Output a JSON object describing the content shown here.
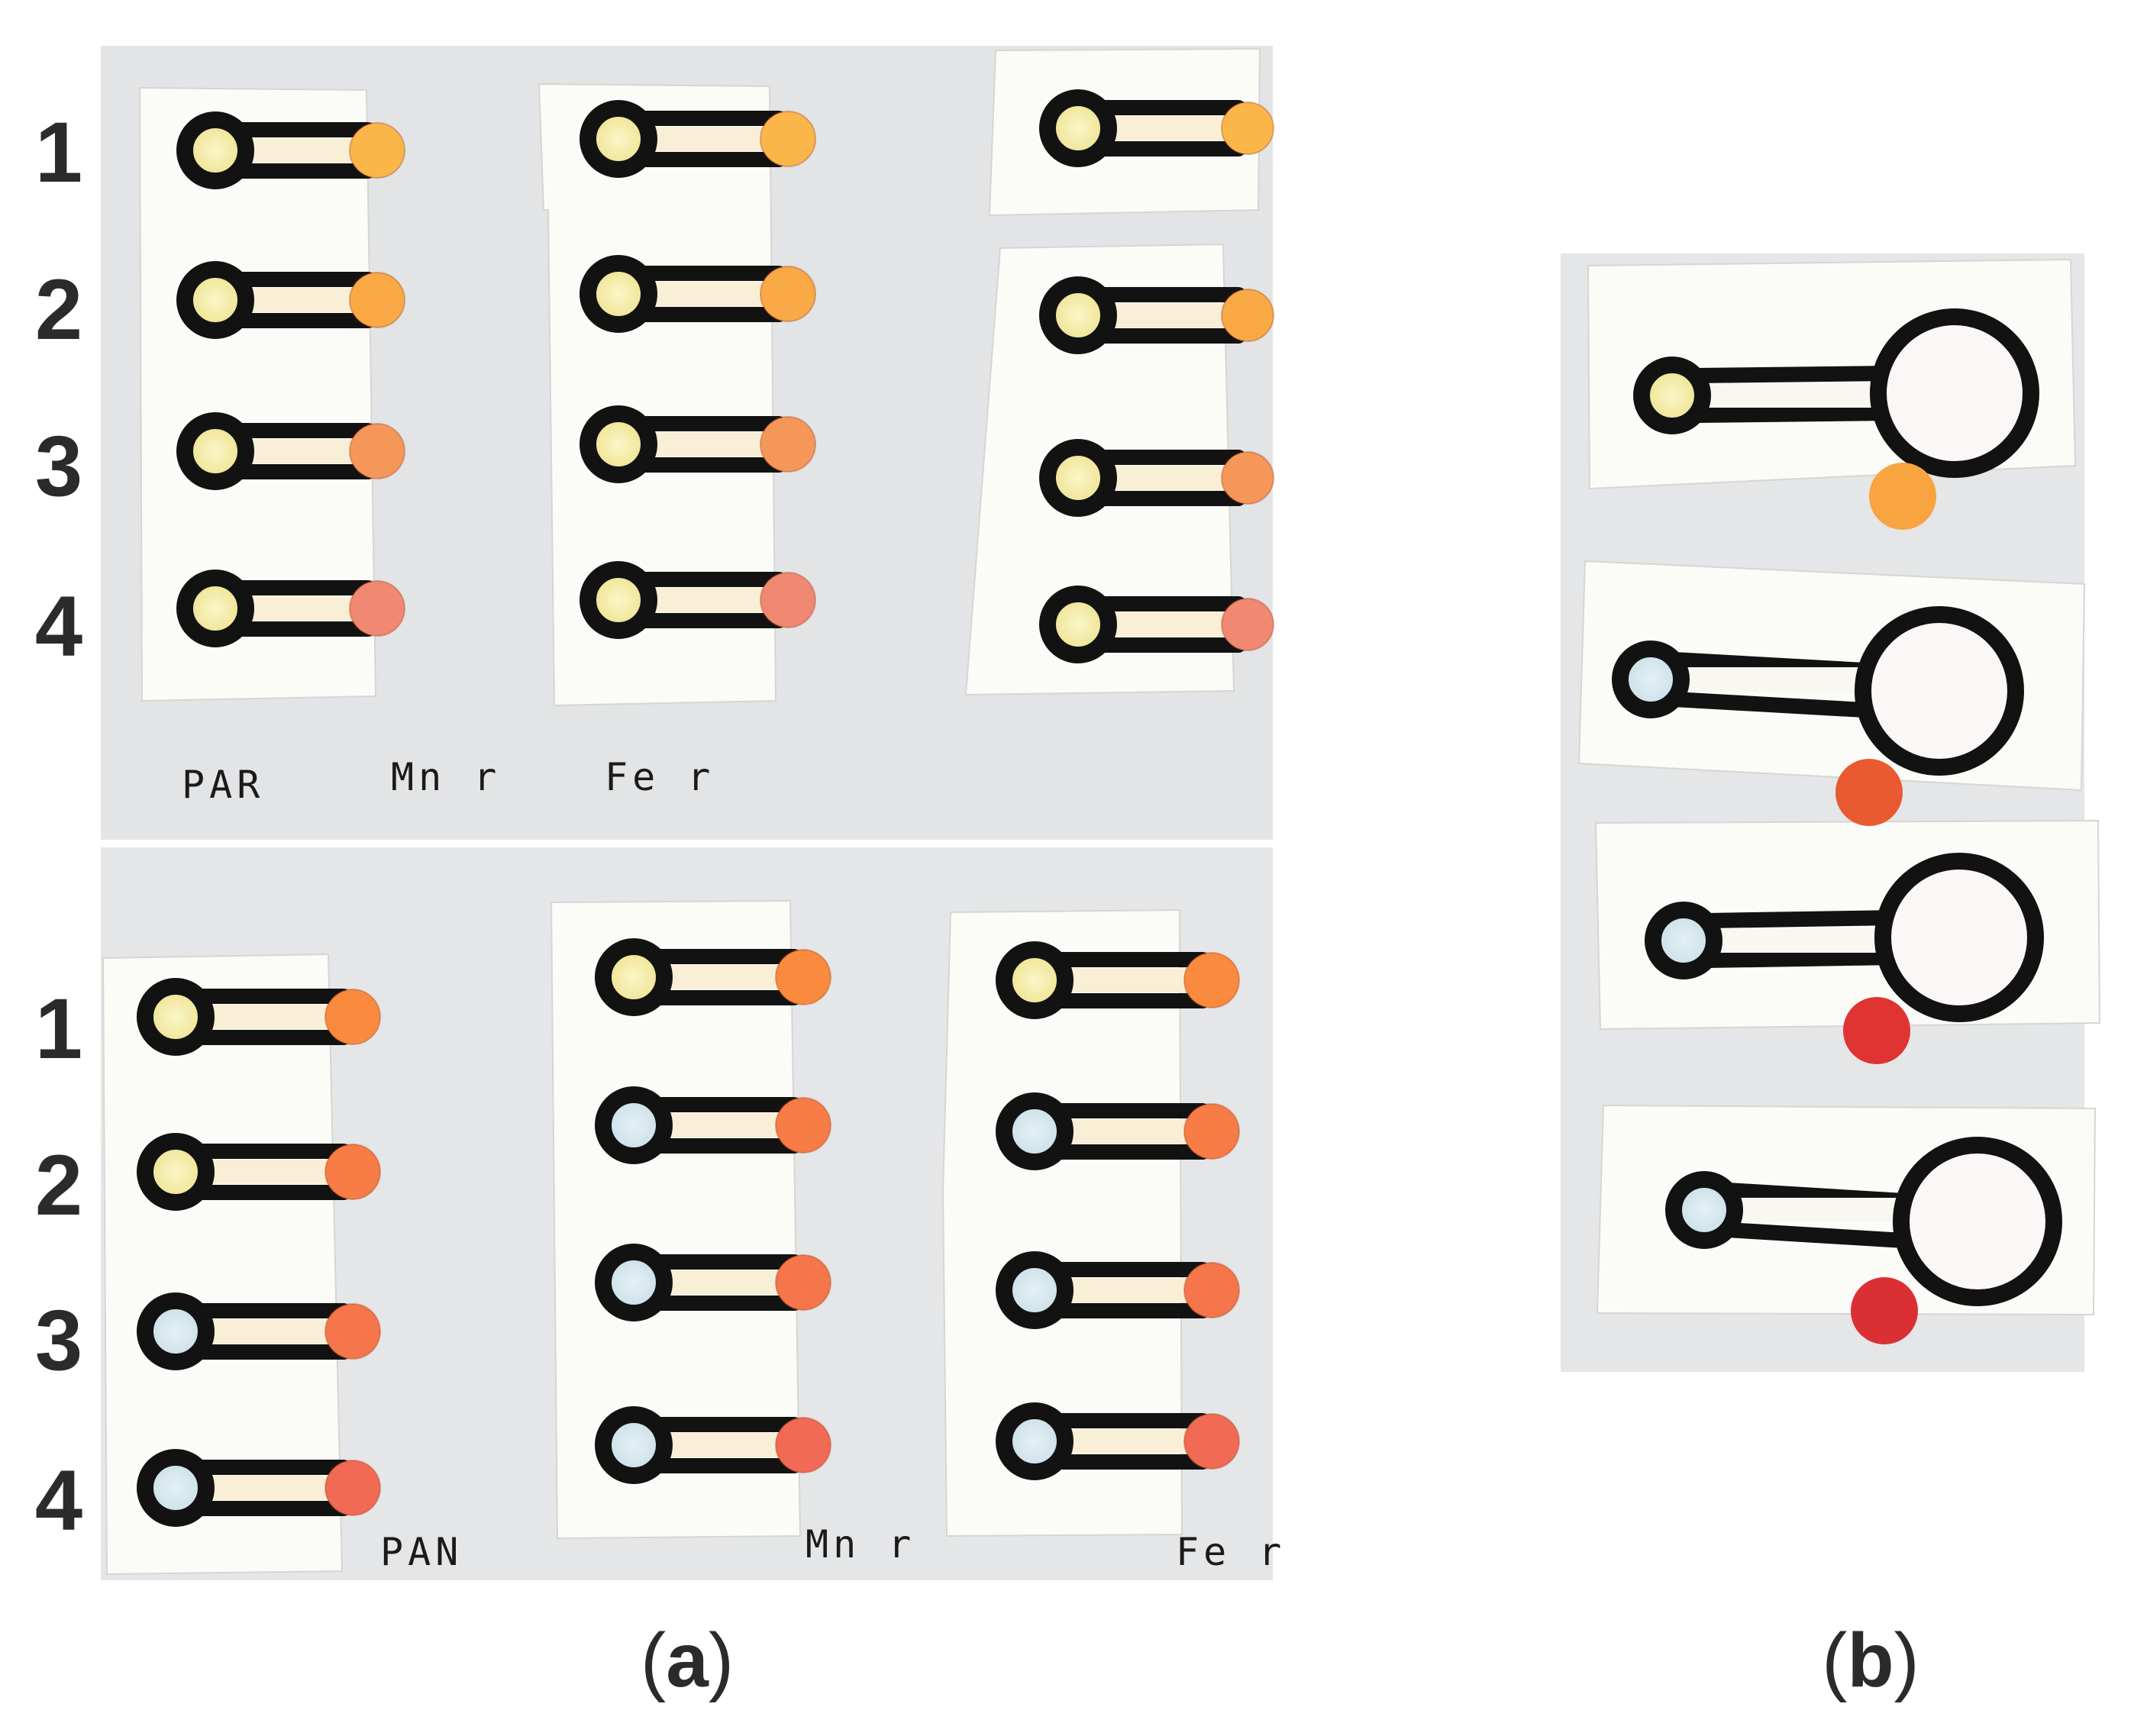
{
  "panel_a": {
    "label": "a",
    "top_block": {
      "row_numbers": [
        "1",
        "2",
        "3",
        "4"
      ],
      "handwritten": [
        "PAR",
        "Mn r",
        "Fe r"
      ]
    },
    "bottom_block": {
      "row_numbers": [
        "1",
        "2",
        "3",
        "4"
      ],
      "handwritten": [
        "PAN",
        "Mn r",
        "Fe r"
      ]
    }
  },
  "panel_b": {
    "label": "b"
  },
  "colors": {
    "background_scan": "#e2e4e6",
    "paper_strip": "#fbfbf8",
    "wax_barrier": "#121212",
    "spot_yellow": "#f3ea9a",
    "spot_blue": "#cfe4ec",
    "reagent_orange": "#f7a43a",
    "reagent_red": "#e0383a"
  }
}
